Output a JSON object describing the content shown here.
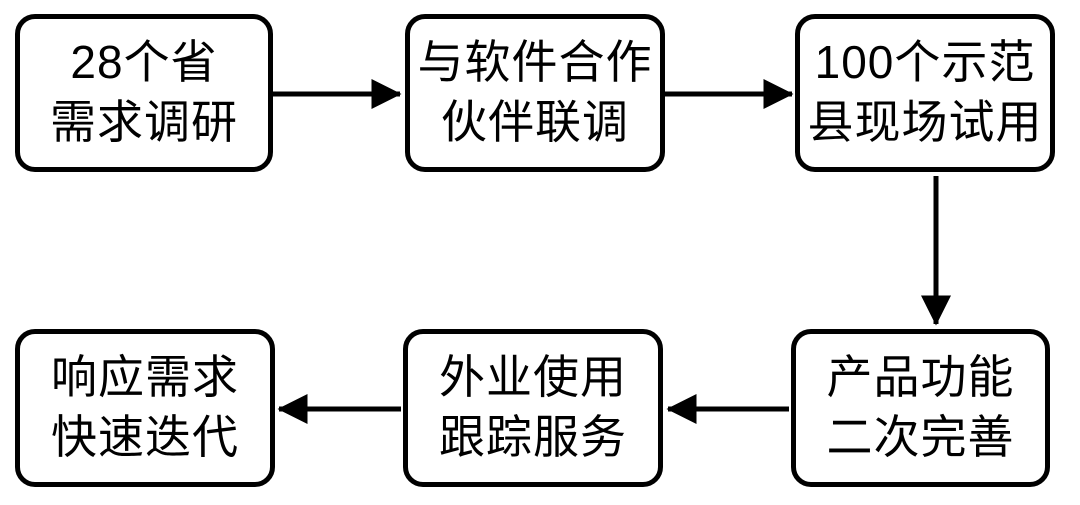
{
  "colors": {
    "ink": "#000000",
    "background": "#ffffff"
  },
  "nodes": [
    {
      "lines": [
        "28个省",
        "需求调研"
      ]
    },
    {
      "lines": [
        "与软件合作",
        "伙伴联调"
      ]
    },
    {
      "lines": [
        "100个示范",
        "县现场试用"
      ]
    },
    {
      "lines": [
        "产品功能",
        "二次完善"
      ]
    },
    {
      "lines": [
        "外业使用",
        "跟踪服务"
      ]
    },
    {
      "lines": [
        "响应需求",
        "快速迭代"
      ]
    }
  ],
  "edges": [
    {
      "from": 1,
      "to": 2,
      "direction": "right"
    },
    {
      "from": 2,
      "to": 3,
      "direction": "right"
    },
    {
      "from": 3,
      "to": 4,
      "direction": "down"
    },
    {
      "from": 4,
      "to": 5,
      "direction": "left"
    },
    {
      "from": 5,
      "to": 6,
      "direction": "left"
    }
  ]
}
